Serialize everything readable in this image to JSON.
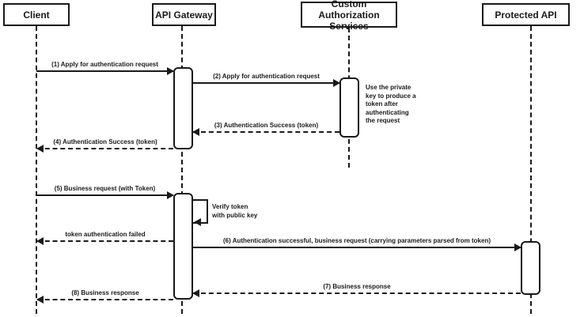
{
  "diagram": {
    "type": "sequence-diagram",
    "colors": {
      "line": "#1a1a1a",
      "background": "#ffffff"
    },
    "actors": {
      "client": "Client",
      "api_gateway": "API Gateway",
      "custom_auth": "Custom Authorization\nServices",
      "protected_api": "Protected API"
    },
    "messages": {
      "m1": "(1) Apply for authentication request",
      "m2": "(2) Apply for authentication request",
      "m3": "(3) Authentication Success (token)",
      "m4": "(4) Authentication Success (token)",
      "m5": "(5) Business request (with Token)",
      "self_loop": "Verify token\nwith public key",
      "fail": "token authentication failed",
      "m6": "(6) Authentication successful, business request (carrying parameters parsed from token)",
      "m7": "(7) Business response",
      "m8": "(8) Business response"
    },
    "note": "Use the private\nkey to produce a\ntoken after\nauthenticating\nthe request"
  }
}
